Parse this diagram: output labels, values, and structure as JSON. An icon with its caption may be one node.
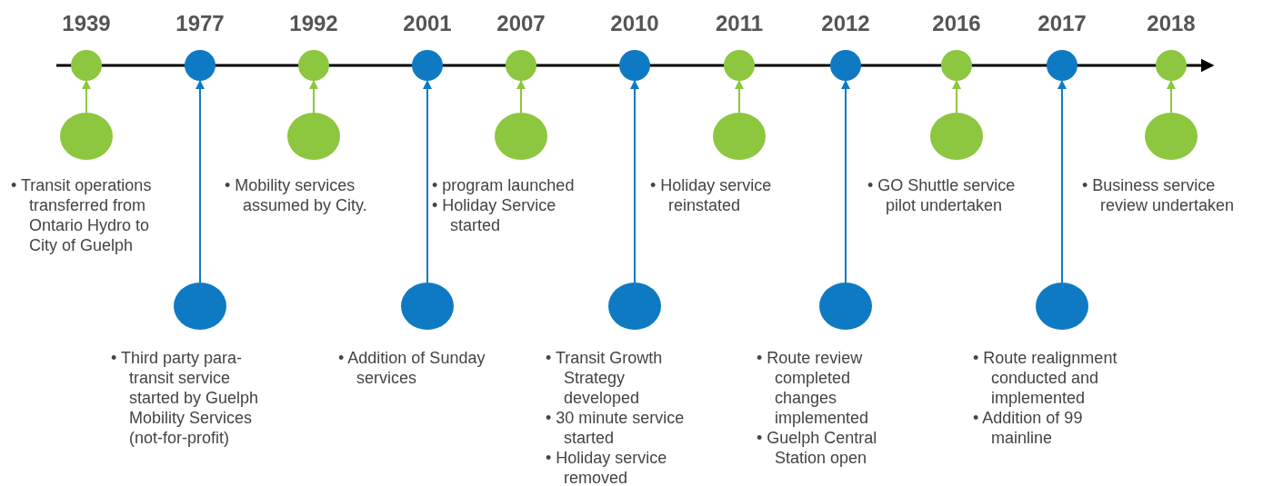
{
  "diagram": {
    "nodes": [
      {
        "text": [
          "1939"
        ]
      },
      {
        "text": [
          "1977"
        ]
      },
      {
        "text": [
          "1992"
        ]
      },
      {
        "text": [
          "2001"
        ]
      },
      {
        "text": [
          "2007"
        ]
      },
      {
        "text": [
          "2010"
        ]
      },
      {
        "text": [
          "2011"
        ]
      },
      {
        "text": [
          "2012"
        ]
      },
      {
        "text": [
          "2016"
        ]
      },
      {
        "text": [
          "2017"
        ]
      },
      {
        "text": [
          "2018"
        ]
      },
      {
        "text": [],
        "shape": "circle",
        "beside": [
          "• Transit operations transferred from Ontario Hydro to City of Guelph"
        ]
      },
      {
        "text": [],
        "shape": "circle",
        "beside": [
          "• Third party para-transit service started by Guelph Mobility Services (not-for-profit)"
        ]
      },
      {
        "text": [],
        "shape": "circle",
        "beside": [
          "• Mobility services assumed by City."
        ]
      },
      {
        "text": [],
        "shape": "circle",
        "beside": [
          "• Addition of Sunday services"
        ]
      },
      {
        "text": [],
        "shape": "circle",
        "beside": [
          "• program launched",
          "• Holiday Service started"
        ]
      },
      {
        "text": [],
        "shape": "circle",
        "beside": [
          "• Transit Growth Strategy developed",
          "• 30 minute service started",
          "• Holiday service removed"
        ]
      },
      {
        "text": [],
        "shape": "circle",
        "beside": [
          "• Holiday service reinstated"
        ]
      },
      {
        "text": [],
        "shape": "circle",
        "beside": [
          "• Route review completed changes implemented",
          "• Guelph Central Station open"
        ]
      },
      {
        "text": [],
        "shape": "circle",
        "beside": [
          "• GO Shuttle service pilot undertaken"
        ]
      },
      {
        "text": [],
        "shape": "circle",
        "beside": [
          "• Route realignment conducted and implemented",
          "• Addition of 99 mainline"
        ]
      },
      {
        "text": [],
        "shape": "circle",
        "beside": [
          "• Business service review undertaken"
        ]
      }
    ],
    "edges": [
      {
        "from": 11,
        "to": 0,
        "arrow": "to"
      },
      {
        "from": 12,
        "to": 1,
        "arrow": "to",
        "color": "#0f7ac4"
      },
      {
        "from": 13,
        "to": 2,
        "arrow": "to"
      },
      {
        "from": 14,
        "to": 3,
        "arrow": "to",
        "color": "#0f7ac4"
      },
      {
        "from": 15,
        "to": 4,
        "arrow": "to"
      },
      {
        "from": 16,
        "to": 5,
        "arrow": "to",
        "color": "#0f7ac4"
      },
      {
        "from": 17,
        "to": 6,
        "arrow": "to"
      },
      {
        "from": 18,
        "to": 7,
        "arrow": "to",
        "color": "#0f7ac4"
      },
      {
        "from": 19,
        "to": 8,
        "arrow": "to"
      },
      {
        "from": 20,
        "to": 9,
        "arrow": "to",
        "color": "#0f7ac4"
      },
      {
        "from": 21,
        "to": 10,
        "arrow": "to"
      }
    ]
  }
}
